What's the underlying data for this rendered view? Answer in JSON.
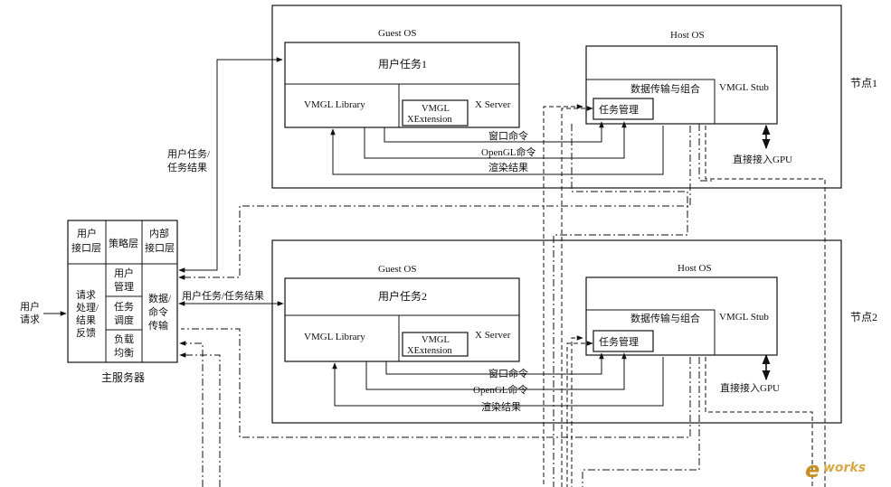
{
  "node1": {
    "label": "节点1",
    "guest": {
      "title": "Guest OS",
      "task": "用户任务1",
      "library": "VMGL Library",
      "xext_line1": "VMGL",
      "xext_line2": "XExtension",
      "xserver": "X Server"
    },
    "host": {
      "title": "Host OS",
      "transfer": "数据传输与组合",
      "stub": "VMGL Stub",
      "task_mgmt": "任务管理",
      "gpu": "直接接入GPU"
    },
    "arrows": {
      "window": "窗口命令",
      "opengl": "OpenGL命令",
      "render": "渲染结果"
    }
  },
  "node2": {
    "label": "节点2",
    "guest": {
      "title": "Guest OS",
      "task": "用户任务2",
      "library": "VMGL Library",
      "xext_line1": "VMGL",
      "xext_line2": "XExtension",
      "xserver": "X Server"
    },
    "host": {
      "title": "Host OS",
      "transfer": "数据传输与组合",
      "stub": "VMGL Stub",
      "task_mgmt": "任务管理",
      "gpu": "直接接入GPU"
    },
    "arrows": {
      "window": "窗口命令",
      "opengl": "OpenGL命令",
      "render": "渲染结果"
    }
  },
  "server": {
    "caption": "主服务器",
    "user_if_l1": "用户",
    "user_if_l2": "接口层",
    "policy": "策略层",
    "inner_if_l1": "内部",
    "inner_if_l2": "接口层",
    "req_l1": "请求",
    "req_l2": "处理/",
    "req_l3": "结果",
    "req_l4": "反馈",
    "um_l1": "用户",
    "um_l2": "管理",
    "ts_l1": "任务",
    "ts_l2": "调度",
    "lb_l1": "负载",
    "lb_l2": "均衡",
    "dc_l1": "数据/",
    "dc_l2": "命令",
    "dc_l3": "传输"
  },
  "user_request_l1": "用户",
  "user_request_l2": "请求",
  "link_top_l1": "用户任务/",
  "link_top_l2": "任务结果",
  "link_mid": "用户任务/任务结果",
  "watermark": {
    "c": "e",
    "rest": "works"
  }
}
